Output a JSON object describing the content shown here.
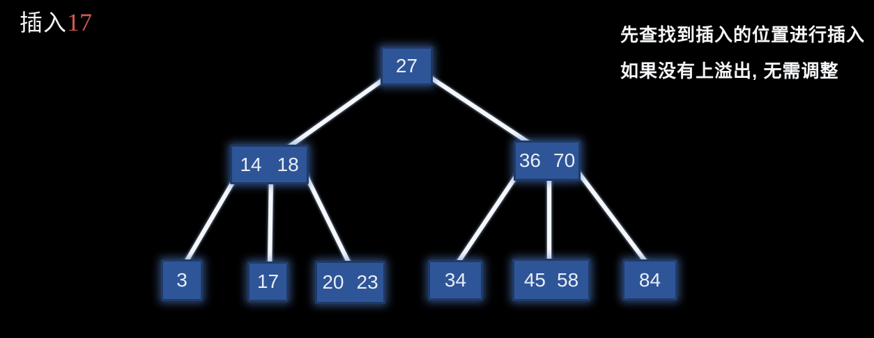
{
  "title": {
    "action": "插入",
    "value": "17"
  },
  "notes": {
    "line1": "先查找到插入的位置进行插入",
    "line2": "如果没有上溢出, 无需调整"
  },
  "colors": {
    "background": "#000000",
    "node_fill": "#2e5597",
    "node_border": "#1e3a66",
    "node_glow": "#5884d2",
    "edge": "#f4f7fc",
    "node_text": "#e9eef6",
    "title_text": "#f2f2f2",
    "title_accent": "#d4594e",
    "notes_text": "#f5f6f8"
  },
  "tree": {
    "nodes": [
      {
        "id": "root",
        "keys": [
          "27"
        ]
      },
      {
        "id": "internal-left",
        "keys": [
          "14",
          "18"
        ]
      },
      {
        "id": "internal-right",
        "keys": [
          "36",
          "70"
        ]
      },
      {
        "id": "leaf-3",
        "keys": [
          "3"
        ]
      },
      {
        "id": "leaf-17",
        "keys": [
          "17"
        ]
      },
      {
        "id": "leaf-20-23",
        "keys": [
          "20",
          "23"
        ]
      },
      {
        "id": "leaf-34",
        "keys": [
          "34"
        ]
      },
      {
        "id": "leaf-45-58",
        "keys": [
          "45",
          "58"
        ]
      },
      {
        "id": "leaf-84",
        "keys": [
          "84"
        ]
      }
    ],
    "edges": [
      {
        "from": "root",
        "to": "internal-left"
      },
      {
        "from": "root",
        "to": "internal-right"
      },
      {
        "from": "internal-left",
        "to": "leaf-3"
      },
      {
        "from": "internal-left",
        "to": "leaf-17"
      },
      {
        "from": "internal-left",
        "to": "leaf-20-23"
      },
      {
        "from": "internal-right",
        "to": "leaf-34"
      },
      {
        "from": "internal-right",
        "to": "leaf-45-58"
      },
      {
        "from": "internal-right",
        "to": "leaf-84"
      }
    ]
  }
}
